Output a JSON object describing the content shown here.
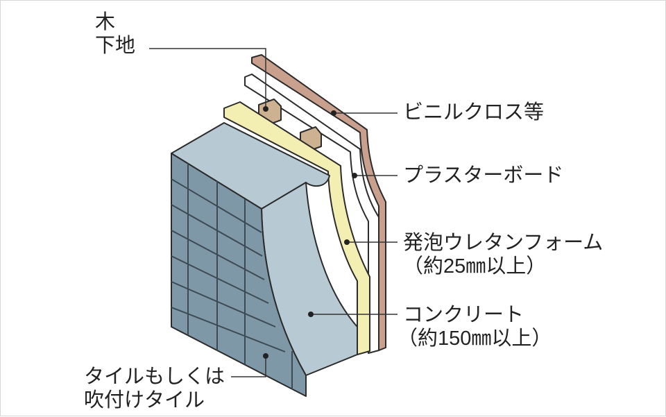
{
  "labels": {
    "wood_frame": [
      "木",
      "下地"
    ],
    "vinyl_cloth": "ビニルクロス等",
    "plaster_board": "プラスターボード",
    "urethane": [
      "発泡ウレタンフォーム",
      "（約25㎜以上）"
    ],
    "concrete": [
      "コンクリート",
      "（約150㎜以上）"
    ],
    "tile": [
      "タイルもしくは",
      "吹付けタイル"
    ]
  },
  "colors": {
    "tile_front": "#7f98a7",
    "tile_grout": "#3c4a54",
    "concrete": "#b7c9d3",
    "urethane": "#f3efb3",
    "plaster": "#ffffff",
    "vinyl": "#c99f8e",
    "wood": "#cdb291",
    "leader_line": "#333333"
  }
}
